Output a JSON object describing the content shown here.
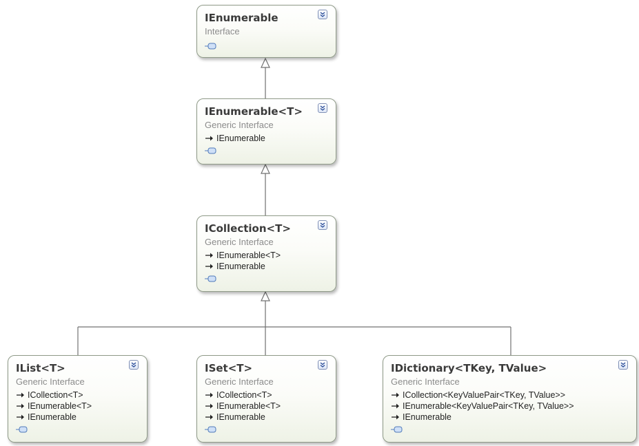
{
  "diagram": {
    "colors": {
      "line": "#707070",
      "border": "#8f9a88",
      "fill_bottom": "#eef2e6"
    },
    "nodes": [
      {
        "title": "IEnumerable",
        "kind": "Interface",
        "implements": []
      },
      {
        "title": "IEnumerable<T>",
        "kind": "Generic Interface",
        "implements": [
          "IEnumerable"
        ]
      },
      {
        "title": "ICollection<T>",
        "kind": "Generic Interface",
        "implements": [
          "IEnumerable<T>",
          "IEnumerable"
        ]
      },
      {
        "title": "IList<T>",
        "kind": "Generic Interface",
        "implements": [
          "ICollection<T>",
          "IEnumerable<T>",
          "IEnumerable"
        ]
      },
      {
        "title": "ISet<T>",
        "kind": "Generic Interface",
        "implements": [
          "ICollection<T>",
          "IEnumerable<T>",
          "IEnumerable"
        ]
      },
      {
        "title": "IDictionary<TKey, TValue>",
        "kind": "Generic Interface",
        "implements": [
          "ICollection<KeyValuePair<TKey, TValue>>",
          "IEnumerable<KeyValuePair<TKey, TValue>>",
          "IEnumerable"
        ]
      }
    ],
    "edges": [
      {
        "from": "IEnumerable<T>",
        "to": "IEnumerable"
      },
      {
        "from": "ICollection<T>",
        "to": "IEnumerable<T>"
      },
      {
        "from": "IList<T>",
        "to": "ICollection<T>"
      },
      {
        "from": "ISet<T>",
        "to": "ICollection<T>"
      },
      {
        "from": "IDictionary<TKey, TValue>",
        "to": "ICollection<T>"
      }
    ],
    "icons": {
      "collapse": "double-chevron-down-icon",
      "implements": "implements-arrow-icon",
      "shortcut": "interface-shortcut-icon"
    }
  }
}
